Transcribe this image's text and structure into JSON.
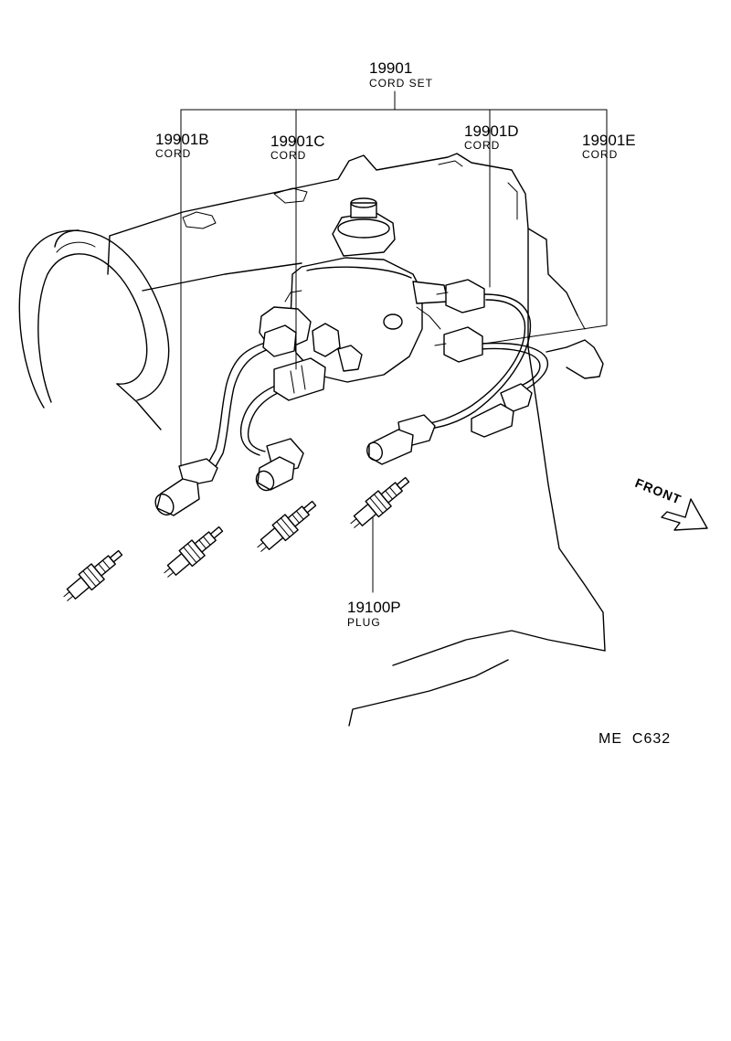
{
  "callouts": {
    "set_number": "19901",
    "set_desc": "CORD SET",
    "cord_b_number": "19901B",
    "cord_b_desc": "CORD",
    "cord_c_number": "19901C",
    "cord_c_desc": "CORD",
    "cord_d_number": "19901D",
    "cord_d_desc": "CORD",
    "cord_e_number": "19901E",
    "cord_e_desc": "CORD",
    "plug_number": "19100P",
    "plug_desc": "PLUG"
  },
  "direction_label": "FRONT",
  "drawing_ref": "ME  C632"
}
